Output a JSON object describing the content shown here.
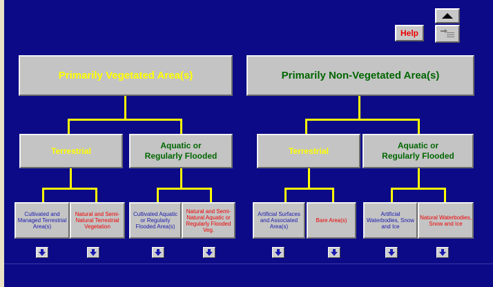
{
  "colors": {
    "panel_background": "#0c0a87",
    "box_background": "#c4c4c4",
    "connector": "#ffff00",
    "vegetated_label": "#ffff00",
    "non_vegetated_label": "#006600",
    "subcategory_red": "#ee0000",
    "subcategory_blue": "#1a1ab0"
  },
  "toolbar": {
    "help_label": "Help",
    "scroll_up_icon": "triangle-up-icon",
    "tools_icon": "list-tools-icon"
  },
  "tree": {
    "vegetated": {
      "label": "Primarily Vegetated Area(s)",
      "terrestrial": {
        "label": "Terrestrial",
        "left": "Cultivated and Managed Terrestrial Area(s)",
        "right": "Natural and Semi-Natural Terrestrial Vegetation"
      },
      "aquatic": {
        "line1": "Aquatic or",
        "line2": "Regularly Flooded",
        "left": "Cultivated Aquatic or Regularly Flooded Area(s)",
        "right": "Natural and Semi-Natural Aquatic or Regularly Flooded Veg."
      }
    },
    "non_vegetated": {
      "label": "Primarily Non-Vegetated Area(s)",
      "terrestrial": {
        "label": "Terrestrial",
        "left": "Artificial Surfaces and Associated Area(s)",
        "right": "Bare Area(s)"
      },
      "aquatic": {
        "line1": "Aquatic or",
        "line2": "Regularly Flooded",
        "left": "Artificial Waterbodies, Snow and Ice",
        "right": "Natural Waterbodies, Snow and Ice"
      }
    }
  },
  "arrow_icon": "arrow-down-icon",
  "selected_arrow_index": 0
}
